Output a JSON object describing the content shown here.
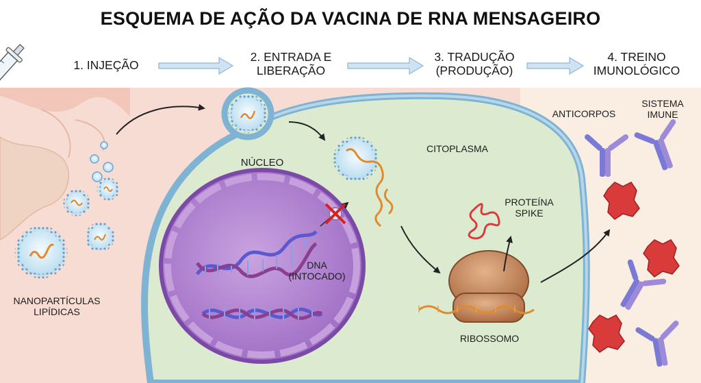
{
  "title": "ESQUEMA DE AÇÃO DA VACINA DE RNA MENSAGEIRO",
  "steps": [
    {
      "lines": [
        "1. INJEÇÃO"
      ]
    },
    {
      "lines": [
        "2. ENTRADA E",
        "LIBERAÇÃO"
      ]
    },
    {
      "lines": [
        "3. TRADUÇÃO",
        "(PRODUÇÃO)"
      ]
    },
    {
      "lines": [
        "4. TREINO",
        "IMUNOLÓGICO"
      ]
    }
  ],
  "labels": {
    "nanoparticles": [
      "NANOPARTÍCULAS",
      "LIPÍDICAS"
    ],
    "nucleus": "NÚCLEO",
    "dna": [
      "DNA",
      "(INTOCADO)"
    ],
    "cytoplasm": "CITOPLASMA",
    "spike": [
      "PROTEÍNA",
      "SPIKE"
    ],
    "ribosome": "RIBOSSOMO",
    "antibodies": "ANTICORPOS",
    "immune_system": [
      "SISTEMA",
      "IMUNE"
    ]
  },
  "colors": {
    "skin_bg": "#f6d9d2",
    "tissue_bg": "#faefe4",
    "cytoplasm": "#dcebd0",
    "cell_membrane": "#7fb3d3",
    "nucleus": "#b07fcf",
    "nucleus_dark": "#7b4aa6",
    "dna_strand_a": "#5a5ad0",
    "dna_strand_b": "#8a3f8f",
    "mrna": "#e08a2c",
    "ribosome": "#c4865a",
    "spike_protein": "#d93a3a",
    "antibody_a": "#7a7ad6",
    "antibody_b": "#9d8ad8",
    "arrow": "#a9cbe4"
  },
  "icons": [
    "syringe-icon",
    "lipid-nanoparticle-icon",
    "dna-helix-icon",
    "ribosome-icon",
    "spike-protein-icon",
    "antibody-icon",
    "blocked-cross-icon"
  ]
}
